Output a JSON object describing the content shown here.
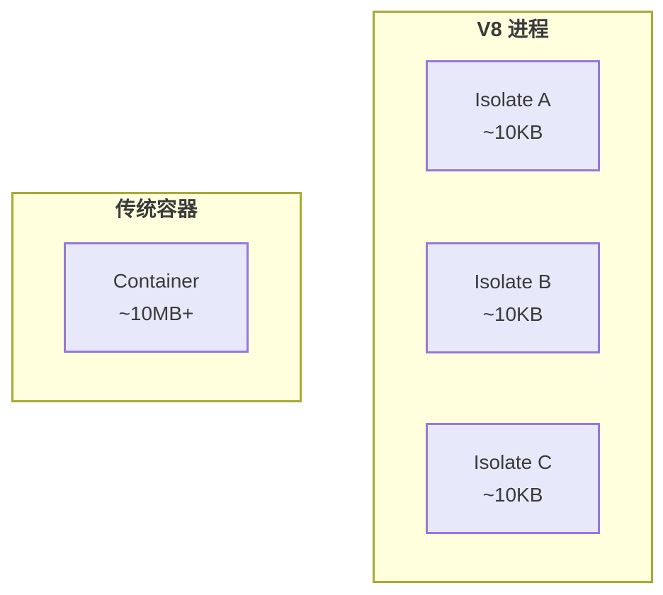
{
  "diagram": {
    "type": "comparison-diagram",
    "colors": {
      "group_fill": "#FFFFDE",
      "group_border": "#A9A936",
      "node_fill": "#E8E8FB",
      "node_border": "#9678D8",
      "text": "#3A3A3A",
      "page_background": "#FFFFFF"
    },
    "groups": [
      {
        "title": "传统容器",
        "nodes": [
          {
            "label": "Container",
            "memory": "~10MB+"
          }
        ]
      },
      {
        "title": "V8 进程",
        "nodes": [
          {
            "label": "Isolate A",
            "memory": "~10KB"
          },
          {
            "label": "Isolate B",
            "memory": "~10KB"
          },
          {
            "label": "Isolate C",
            "memory": "~10KB"
          }
        ]
      }
    ]
  }
}
